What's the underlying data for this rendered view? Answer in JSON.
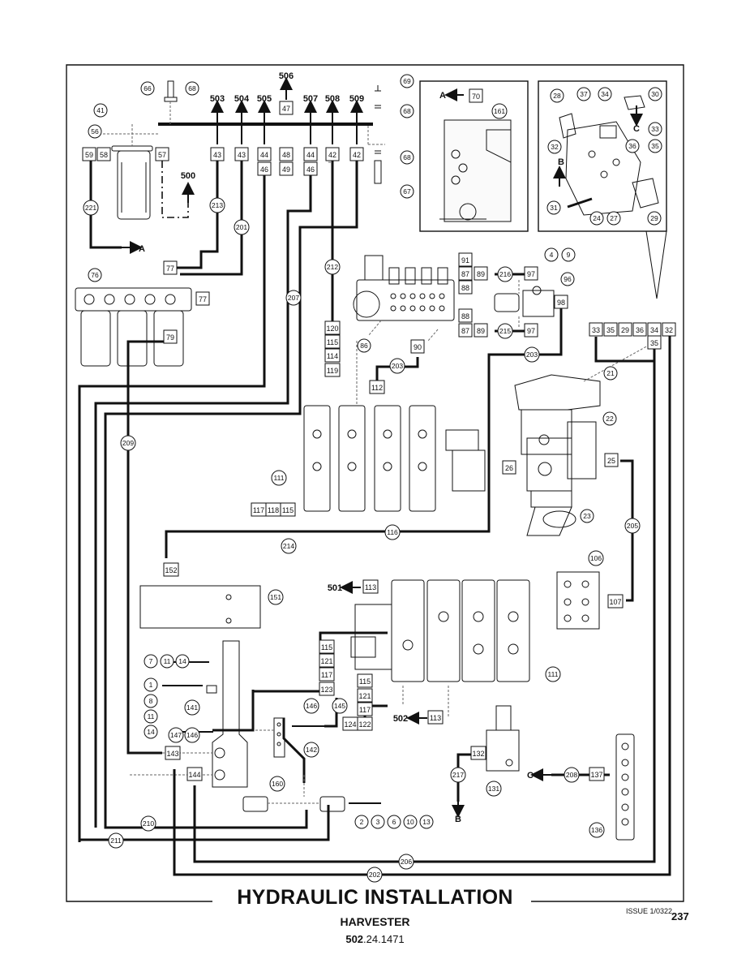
{
  "title": "HYDRAULIC INSTALLATION",
  "subtitle": "HARVESTER",
  "doc_code_bold": "502",
  "doc_code_rest": ".24.1471",
  "issue": "ISSUE 1/0322",
  "page_number": "237",
  "arrow_refs": {
    "a": "A",
    "b": "B",
    "c": "C",
    "r500": "500",
    "r501": "501",
    "r502": "502",
    "r503": "503",
    "r504": "504",
    "r505": "505",
    "r506": "506",
    "r507": "507",
    "r508": "508",
    "r509": "509"
  },
  "callouts": {
    "c66": "66",
    "c68a": "68",
    "c69": "69",
    "c68b": "68",
    "c68c": "68",
    "c67": "67",
    "c41": "41",
    "c56": "56",
    "c221": "221",
    "c213": "213",
    "c201": "201",
    "c76": "76",
    "c207": "207",
    "c212": "212",
    "c209": "209",
    "c111a": "111",
    "c86": "86",
    "c203a": "203",
    "c203b": "203",
    "c216": "216",
    "c215": "215",
    "c4": "4",
    "c9": "9",
    "c96": "96",
    "c161": "161",
    "c28": "28",
    "c37": "37",
    "c34": "34",
    "c30": "30",
    "c32": "32",
    "c33": "33",
    "c36": "36",
    "c35": "35",
    "c31": "31",
    "c24": "24",
    "c27": "27",
    "c29": "29",
    "c21": "21",
    "c22": "22",
    "c23": "23",
    "c116": "116",
    "c214": "214",
    "c151": "151",
    "c106": "106",
    "c205": "205",
    "c111b": "111",
    "c7": "7",
    "c11a": "11",
    "c14a": "14",
    "c1": "1",
    "c8": "8",
    "c11b": "11",
    "c14b": "14",
    "c141": "141",
    "c147": "147",
    "c146a": "146",
    "c146b": "146",
    "c145": "145",
    "c142": "142",
    "c160": "160",
    "c2": "2",
    "c3": "3",
    "c6": "6",
    "c10": "10",
    "c13": "13",
    "c210": "210",
    "c211": "211",
    "c206": "206",
    "c202": "202",
    "c217": "217",
    "c131": "131",
    "c208": "208",
    "c136": "136"
  },
  "boxes": {
    "b59": "59",
    "b58": "58",
    "b57": "57",
    "b43a": "43",
    "b43b": "43",
    "b44a": "44",
    "b46a": "46",
    "b47": "47",
    "b48": "48",
    "b49": "49",
    "b44b": "44",
    "b46b": "46",
    "b42a": "42",
    "b42b": "42",
    "b70": "70",
    "b77a": "77",
    "b77b": "77",
    "b79": "79",
    "b120": "120",
    "b115a": "115",
    "b114": "114",
    "b119": "119",
    "b90": "90",
    "b112": "112",
    "b91": "91",
    "b87a": "87",
    "b89a": "89",
    "b88a": "88",
    "b97a": "97",
    "b88b": "88",
    "b87b": "87",
    "b89b": "89",
    "b97b": "97",
    "b98": "98",
    "b33": "33",
    "b35a": "35",
    "b29": "29",
    "b36": "36",
    "b34": "34",
    "b32": "32",
    "b35b": "35",
    "b26": "26",
    "b25": "25",
    "b117a": "117",
    "b118": "118",
    "b115b": "115",
    "b152": "152",
    "b113a": "113",
    "b107": "107",
    "b115c": "115",
    "b121a": "121",
    "b117b": "117",
    "b123": "123",
    "b115d": "115",
    "b121b": "121",
    "b117c": "117",
    "b124": "124",
    "b122": "122",
    "b113b": "113",
    "b143": "143",
    "b144": "144",
    "b132": "132",
    "b137": "137"
  },
  "colors": {
    "line": "#111111",
    "dash": "#666666",
    "paper": "#ffffff"
  }
}
